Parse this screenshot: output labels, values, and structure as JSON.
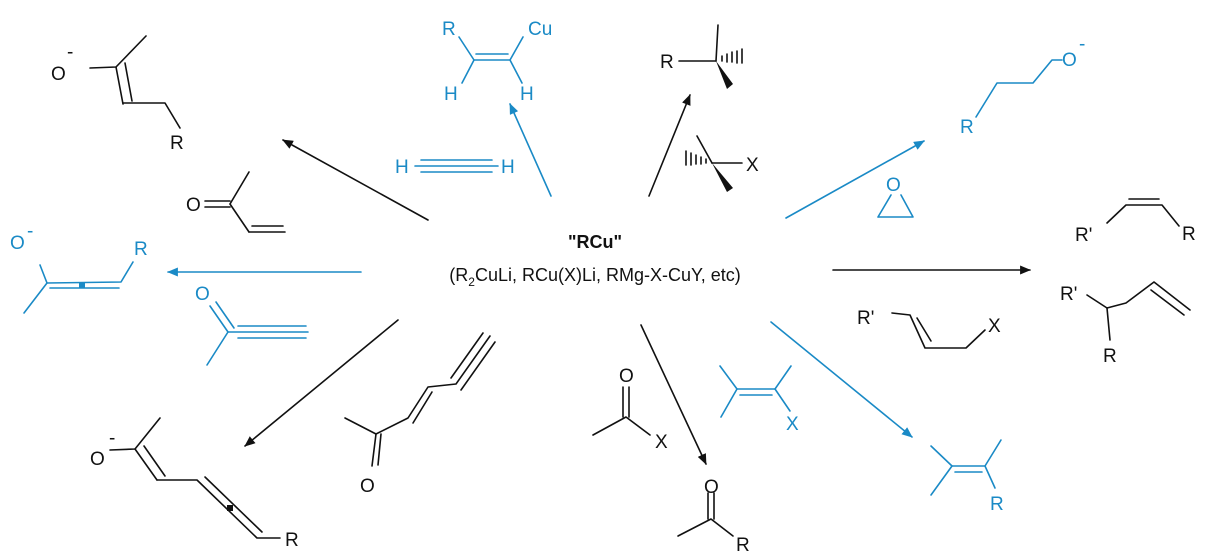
{
  "center": {
    "title": "\"RCu\"",
    "subtitle_pre": "(R",
    "subtitle_sub": "2",
    "subtitle_post": "CuLi, RCu(X)Li, RMg-X-CuY, etc)"
  },
  "atoms": {
    "R": "R",
    "Rp": "R'",
    "O": "O",
    "Ominus": "-",
    "H": "H",
    "Cu": "Cu",
    "X": "X"
  },
  "colors": {
    "black": "#111111",
    "blue": "#1a8ac6"
  }
}
